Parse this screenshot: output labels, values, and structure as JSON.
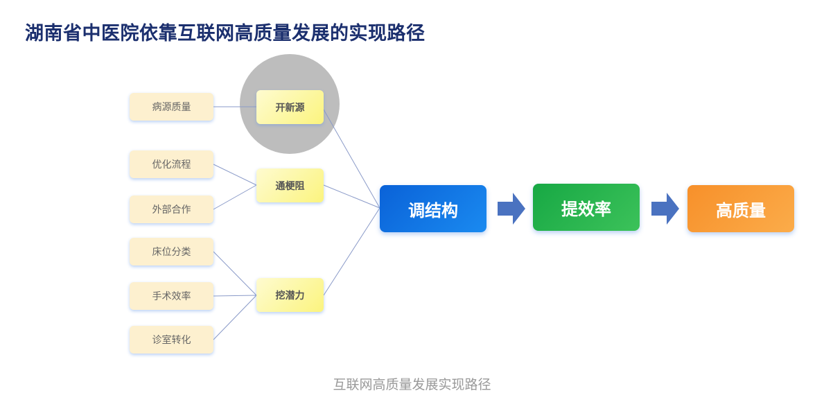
{
  "title": "湖南省中医院依靠互联网高质量发展的实现路径",
  "leaves": [
    "病源质量",
    "优化流程",
    "外部合作",
    "床位分类",
    "手术效率",
    "诊室转化"
  ],
  "middle": [
    "开新源",
    "通梗阻",
    "挖潜力"
  ],
  "flow": [
    "调结构",
    "提效率",
    "高质量"
  ],
  "caption": "互联网高质量发展实现路径",
  "colors": {
    "title": "#1b2f6e",
    "blue": "#0a6fe0",
    "green": "#20b04a",
    "orange": "#f7922e",
    "arrow": "#4a72c0",
    "line": "#8a9ac8"
  }
}
